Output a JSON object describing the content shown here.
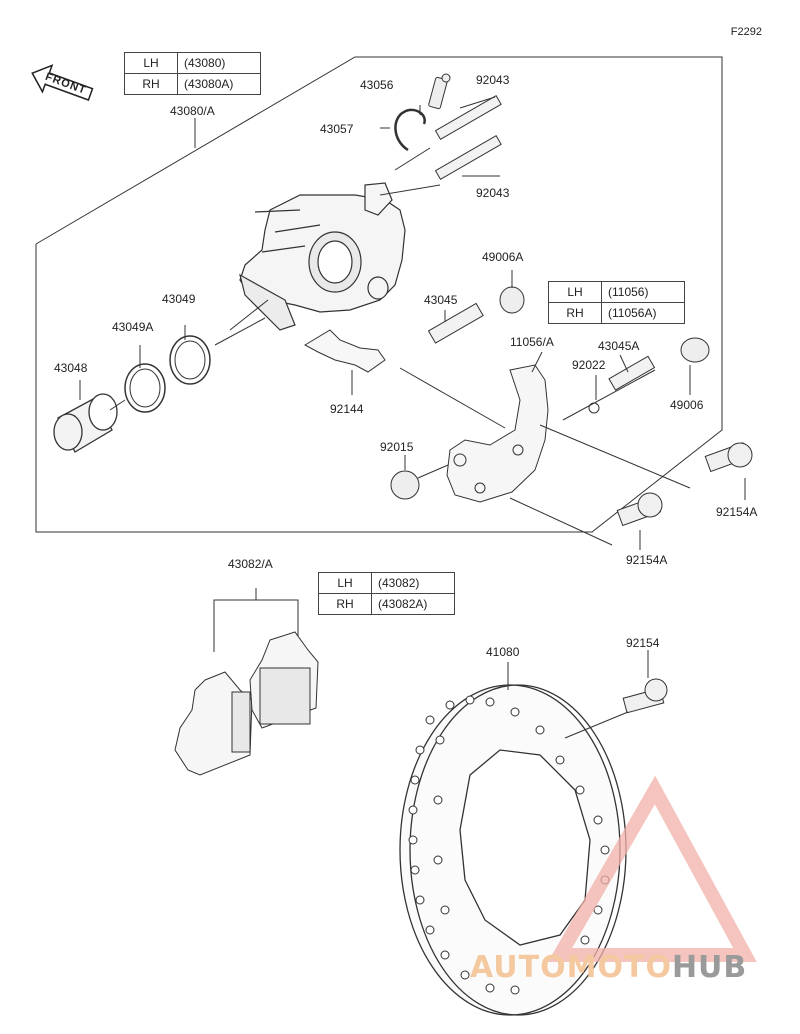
{
  "figure_code": "F2292",
  "front_label": "FRONT",
  "variant_tables": {
    "caliper_assy": [
      {
        "side": "LH",
        "part": "(43080)"
      },
      {
        "side": "RH",
        "part": "(43080A)"
      }
    ],
    "bracket": [
      {
        "side": "LH",
        "part": "(11056)"
      },
      {
        "side": "RH",
        "part": "(11056A)"
      }
    ],
    "pads": [
      {
        "side": "LH",
        "part": "(43082)"
      },
      {
        "side": "RH",
        "part": "(43082A)"
      }
    ]
  },
  "parts": {
    "caliper_assy": "43080/A",
    "bleeder_valve": "43056",
    "bleeder_cap": "43057",
    "pin_upper": "92043",
    "pin_lower": "92043",
    "boot": "49006A",
    "slide_pin": "43045",
    "seal_outer": "43049",
    "seal_inner": "43049A",
    "piston": "43048",
    "pad_spring": "92144",
    "bracket": "11056/A",
    "snap_ring": "92022",
    "slide_pin_a": "43045A",
    "boot_b": "49006",
    "sleeve": "92015",
    "bolt_a1": "92154A",
    "bolt_a2": "92154A",
    "pad_set": "43082/A",
    "disc": "41080",
    "disc_bolt": "92154"
  },
  "watermark": {
    "part1": "AUTOMOTO",
    "part2": "HUB"
  }
}
